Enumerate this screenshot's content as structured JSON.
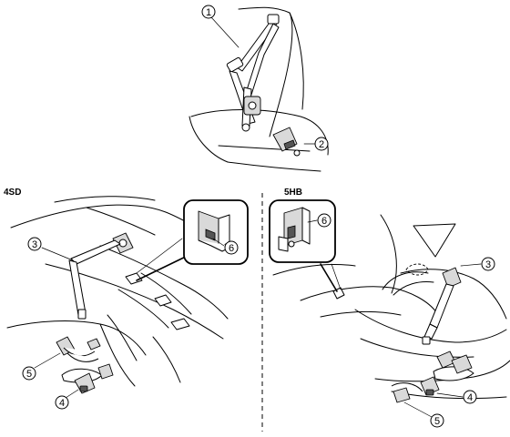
{
  "sections": {
    "left_label": "4SD",
    "right_label": "5HB"
  },
  "callouts": {
    "c1": "1",
    "c2": "2",
    "c3_left": "3",
    "c3_right": "3",
    "c4_left": "4",
    "c4_right": "4",
    "c5_left": "5",
    "c5_right": "5",
    "c6_left": "6",
    "c6_right": "6"
  }
}
